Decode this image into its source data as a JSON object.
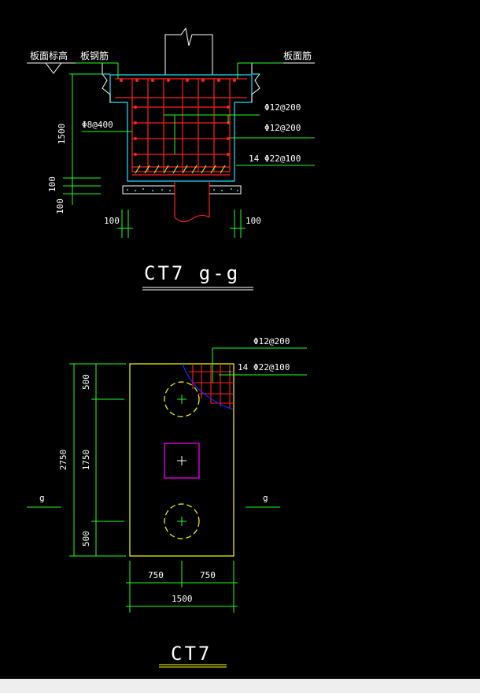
{
  "section": {
    "label_slab_elevation": "板面标高",
    "label_slab_rebar": "板钢筋",
    "label_slab_top_rebar": "板面筋",
    "rebar_side": "Φ8@400",
    "rebar_top_1": "Φ12@200",
    "rebar_top_2": "Φ12@200",
    "rebar_bottom_count": "14",
    "rebar_bottom": "Φ22@100",
    "dim_depth": "1500",
    "dim_cushion_1": "100",
    "dim_cushion_2": "100",
    "dim_left_100": "100",
    "dim_right_100": "100",
    "title": "CT7 g-g"
  },
  "plan": {
    "rebar_1": "Φ12@200",
    "rebar_count": "14",
    "rebar_2": "Φ22@100",
    "dim_total_height": "2750",
    "dim_top": "500",
    "dim_middle": "1750",
    "dim_bottom": "500",
    "dim_left_width": "750",
    "dim_right_width": "750",
    "dim_total_width": "1500",
    "section_mark_left": "g",
    "section_mark_right": "g",
    "title": "CT7"
  },
  "colors": {
    "rebar": "#ff2020",
    "concrete": "#20e0ff",
    "dimension": "#20ff20",
    "text": "#ffffff",
    "pile_plan": "#ffff00",
    "column": "#ff00ff",
    "break_line": "#2020ff"
  }
}
